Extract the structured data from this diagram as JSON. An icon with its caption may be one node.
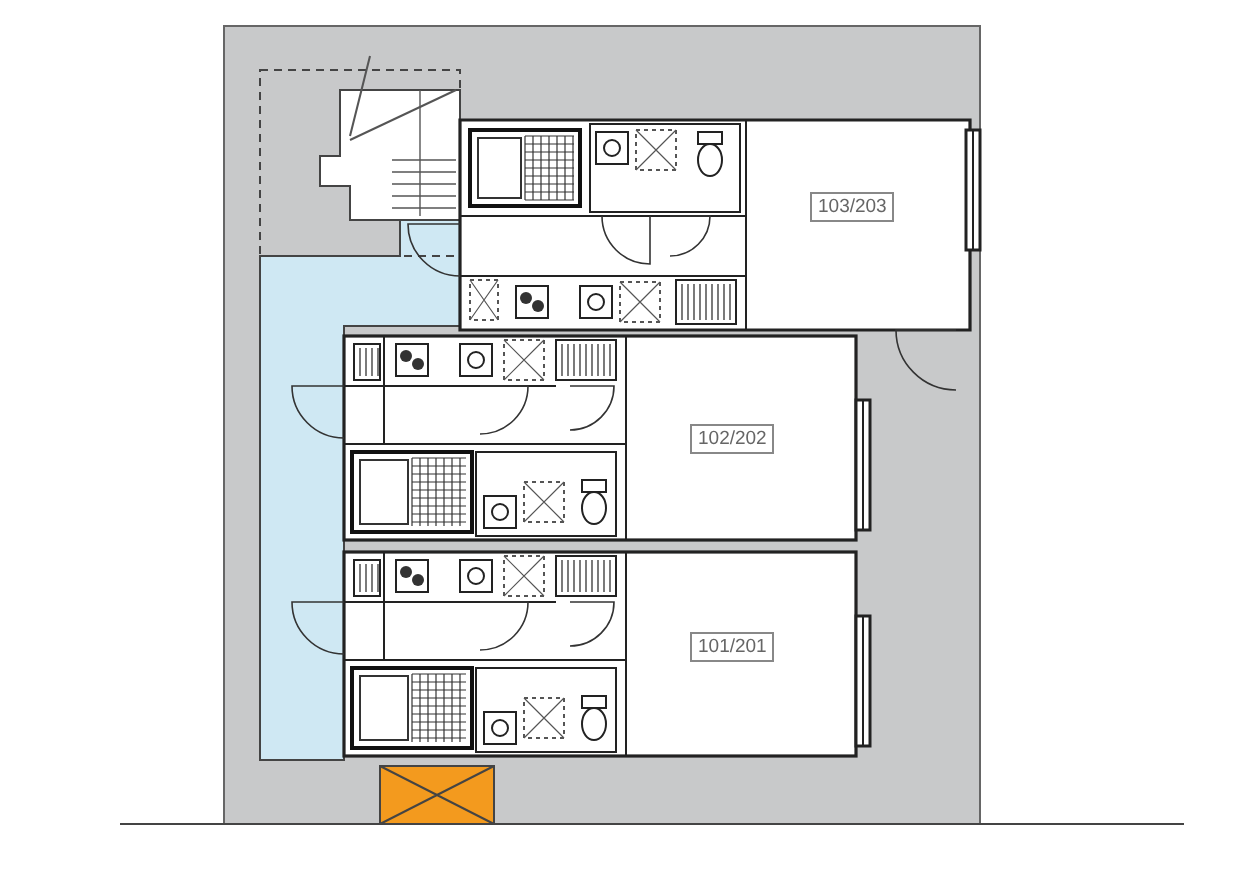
{
  "diagram": {
    "nodes": [
      {
        "text": [
          "103/203"
        ]
      },
      {
        "text": [
          "102/202"
        ]
      },
      {
        "text": [
          "101/201"
        ]
      }
    ]
  }
}
